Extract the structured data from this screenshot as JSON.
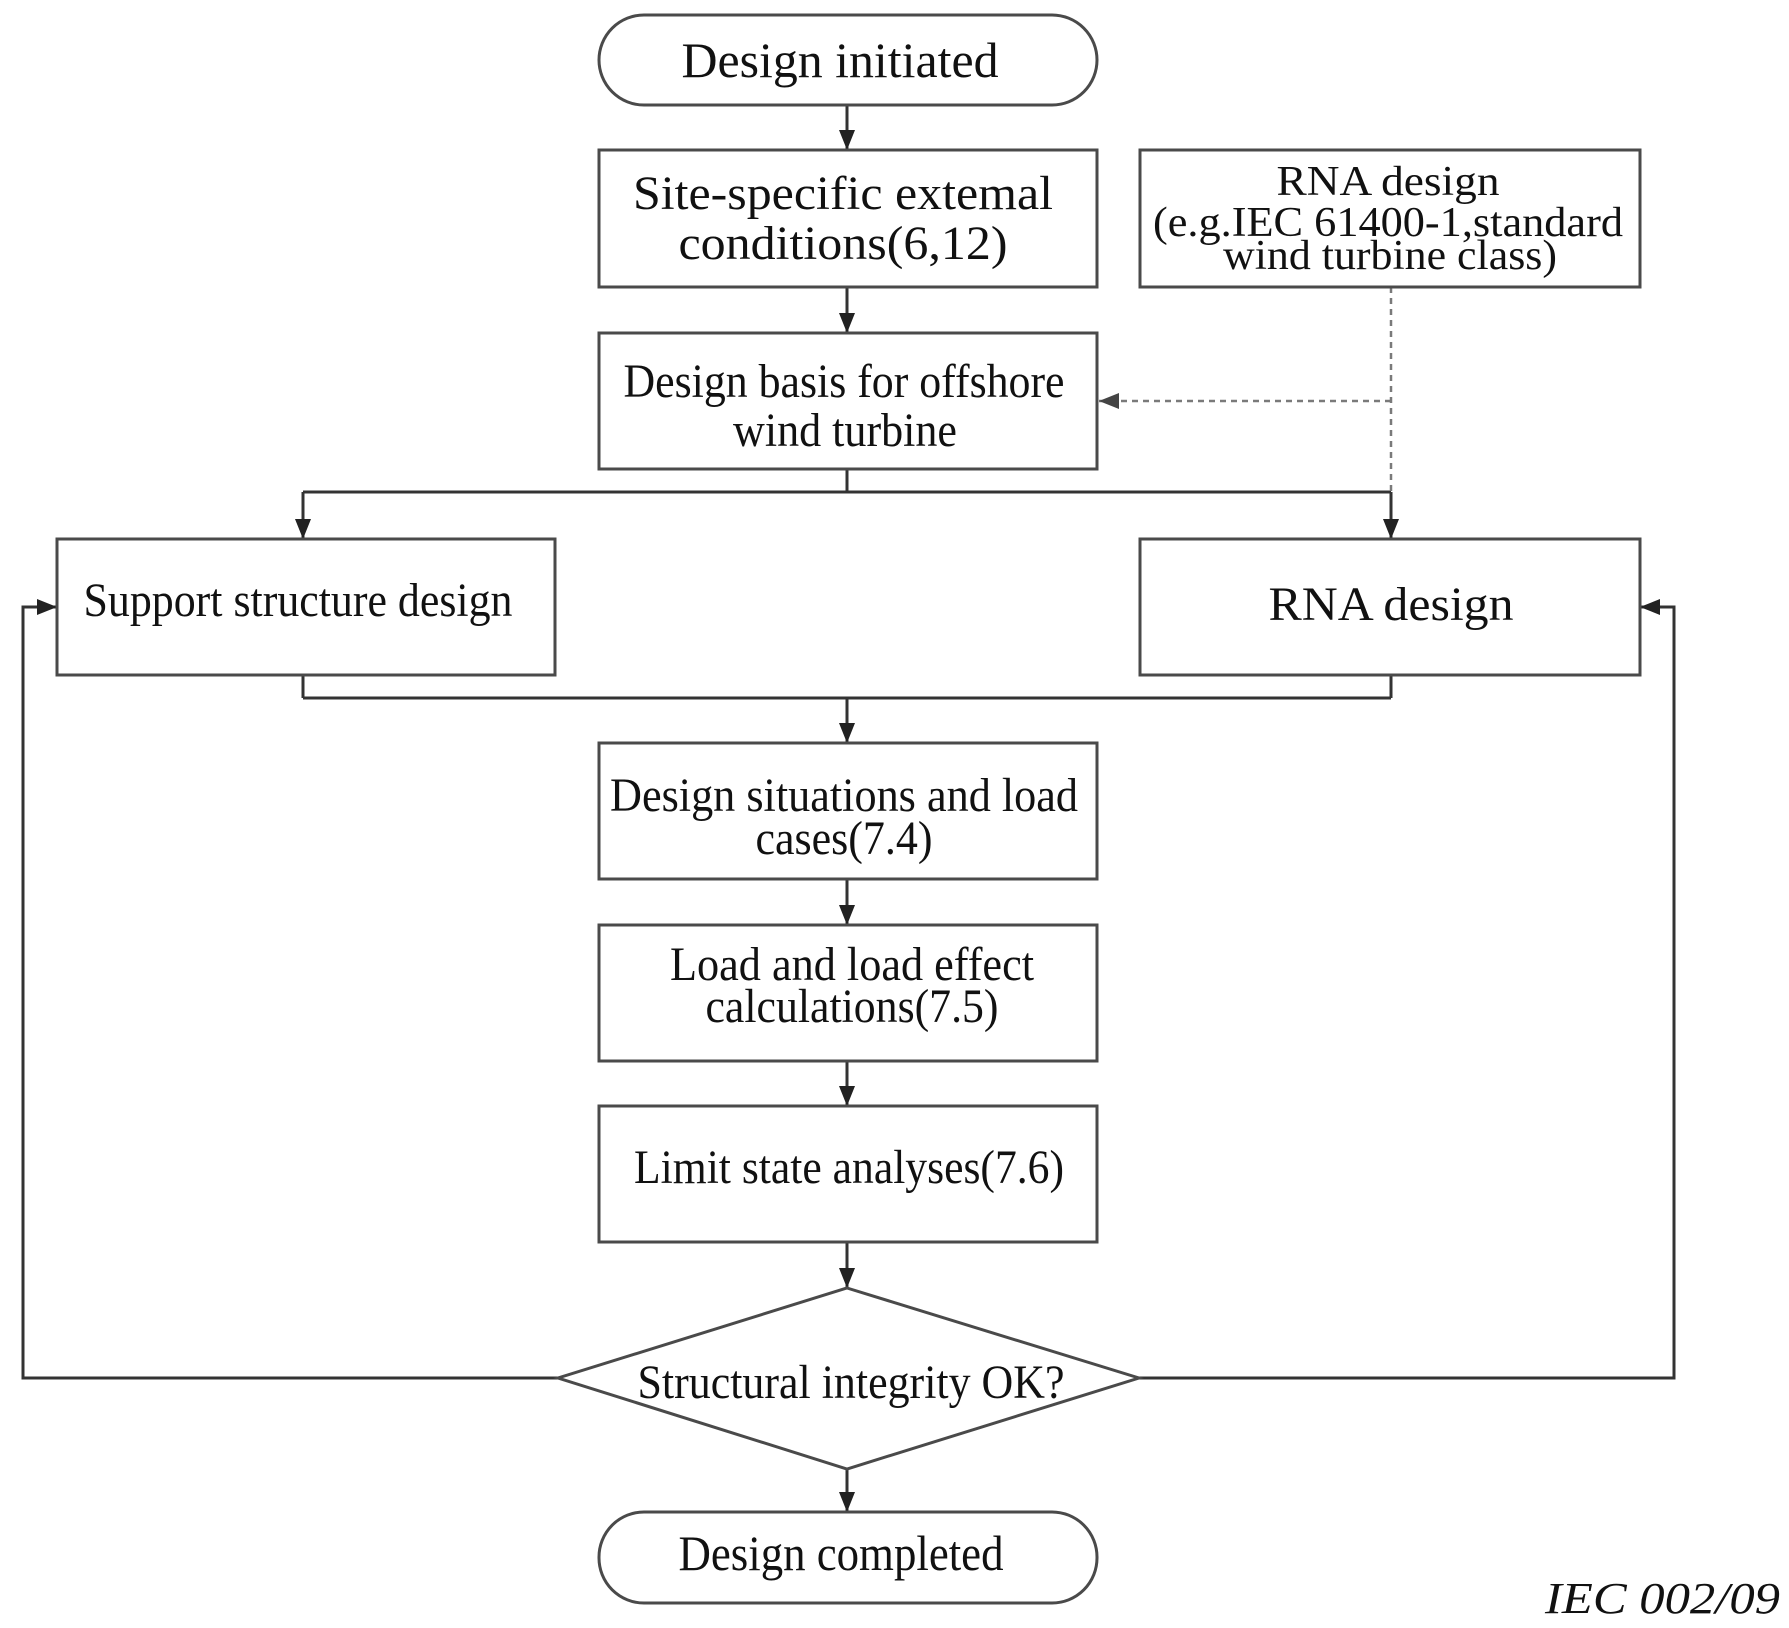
{
  "nodes": {
    "design_initiated": {
      "lines": [
        "Design initiated"
      ]
    },
    "site_conditions": {
      "lines": [
        "Site-specific extemal",
        "conditions(6,12)"
      ]
    },
    "rna_design_input": {
      "lines": [
        "RNA design",
        "(e.g.IEC 61400-1,standard",
        "wind turbine class)"
      ]
    },
    "design_basis": {
      "lines": [
        "Design basis for offshore",
        "wind turbine"
      ]
    },
    "support_structure_design": {
      "lines": [
        "Support structure design"
      ]
    },
    "rna_design": {
      "lines": [
        "RNA design"
      ]
    },
    "design_situations": {
      "lines": [
        "Design situations and load",
        "cases(7.4)"
      ]
    },
    "load_calculations": {
      "lines": [
        "Load and load effect",
        "calculations(7.5)"
      ]
    },
    "limit_state_analyses": {
      "lines": [
        "Limit state analyses(7.6)"
      ]
    },
    "structural_integrity_check": {
      "lines": [
        "Structural integrity OK?"
      ]
    },
    "design_completed": {
      "lines": [
        "Design completed"
      ]
    }
  },
  "figure_reference": "IEC 002/09",
  "colors": {
    "stroke": "#4a4a4a",
    "text": "#111111",
    "background": "#ffffff"
  }
}
